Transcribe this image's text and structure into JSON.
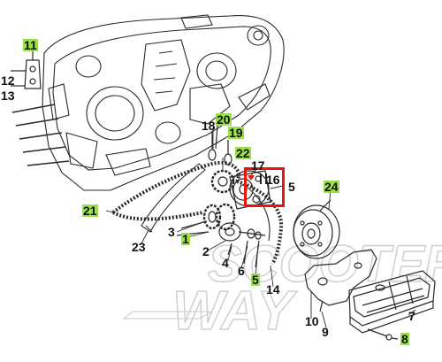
{
  "colors": {
    "highlight": "#9be04a",
    "selection": "#e8160c",
    "line": "#2a2a2a",
    "text": "#111111",
    "watermark": "#d9d9d9"
  },
  "watermark": {
    "line1": "SCOOTER",
    "line2": "WAY"
  },
  "callouts": [
    {
      "id": "11",
      "label": "11",
      "highlighted": true
    },
    {
      "id": "12",
      "label": "12",
      "highlighted": false
    },
    {
      "id": "13",
      "label": "13",
      "highlighted": false
    },
    {
      "id": "18",
      "label": "18",
      "highlighted": false
    },
    {
      "id": "20",
      "label": "20",
      "highlighted": true
    },
    {
      "id": "19",
      "label": "19",
      "highlighted": true
    },
    {
      "id": "22",
      "label": "22",
      "highlighted": true
    },
    {
      "id": "17",
      "label": "17",
      "highlighted": false
    },
    {
      "id": "16",
      "label": "16",
      "highlighted": false
    },
    {
      "id": "5a",
      "label": "5",
      "highlighted": false
    },
    {
      "id": "24",
      "label": "24",
      "highlighted": true
    },
    {
      "id": "21",
      "label": "21",
      "highlighted": true
    },
    {
      "id": "3",
      "label": "3",
      "highlighted": false
    },
    {
      "id": "1",
      "label": "1",
      "highlighted": true
    },
    {
      "id": "23",
      "label": "23",
      "highlighted": false
    },
    {
      "id": "2",
      "label": "2",
      "highlighted": false
    },
    {
      "id": "4",
      "label": "4",
      "highlighted": false
    },
    {
      "id": "6",
      "label": "6",
      "highlighted": false
    },
    {
      "id": "5b",
      "label": "5",
      "highlighted": true
    },
    {
      "id": "14",
      "label": "14",
      "highlighted": false
    },
    {
      "id": "10",
      "label": "10",
      "highlighted": false
    },
    {
      "id": "9",
      "label": "9",
      "highlighted": false
    },
    {
      "id": "7",
      "label": "7",
      "highlighted": false
    },
    {
      "id": "8",
      "label": "8",
      "highlighted": true
    }
  ]
}
